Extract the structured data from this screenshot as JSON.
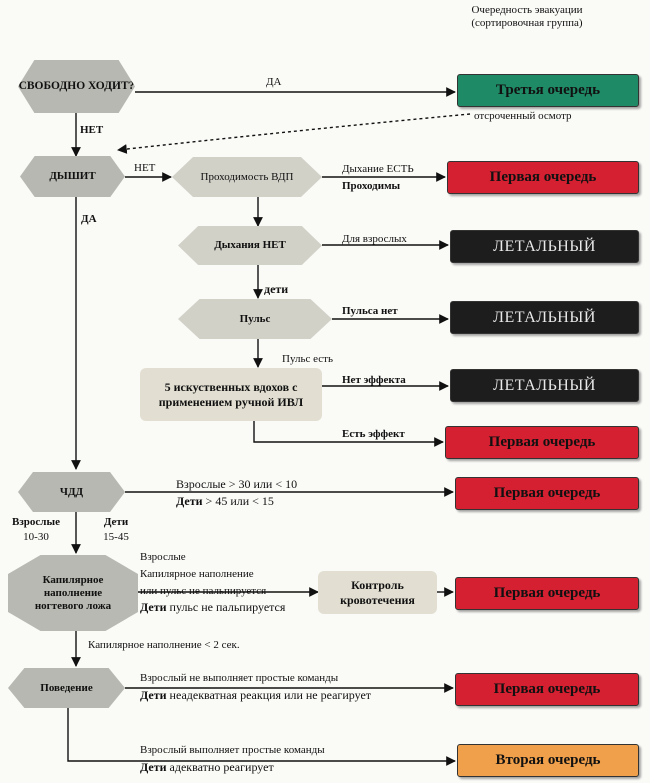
{
  "header": {
    "line1": "Очередность эвакуации",
    "line2": "(сортировочная группа)"
  },
  "colors": {
    "third": "#1f8a66",
    "first": "#d42030",
    "lethal": "#1d1d1d",
    "second": "#f0a04b",
    "node": "#b8b8b2",
    "box": "#e2dfd2"
  },
  "nodes": {
    "walks": "СВОБОДНО ХОДИТ?",
    "breathes": "ДЫШИТ",
    "airway": "Проходимость ВДП",
    "no_breath": "Дыхания НЕТ",
    "pulse": "Пульс",
    "rescue_breaths": "5 искуственных вдохов с применением ручной ИВЛ",
    "rr": "ЧДД",
    "cap_refill": "Капилярное наполнение ногтевого ложа",
    "bleeding": "Контроль кровотечения",
    "behavior": "Поведение"
  },
  "labels": {
    "yes1": "ДА",
    "no1": "НЕТ",
    "deferred": "отсроченный осмотр",
    "no2": "НЕТ",
    "yes2": "ДА",
    "breath_yes": "Дыхание ЕСТЬ",
    "passable": "Проходимы",
    "for_adults": "Для взрослых",
    "children": "дети",
    "no_pulse": "Пульса нет",
    "pulse_yes": "Пульс есть",
    "no_effect": "Нет эффекта",
    "effect": "Есть эффект",
    "rr_adults": "Взрослые  > 30 или < 10",
    "rr_children_prefix": "Дети",
    "rr_children": " > 45 или < 15",
    "norm_adults_label": "Взрослые",
    "norm_adults_value": "10-30",
    "norm_children_label": "Дети",
    "norm_children_value": "15-45",
    "cap_adults": "Взрослые",
    "cap_line2": "Капилярное наполнение",
    "cap_line3": "или пульс не пальпируется",
    "cap_children_prefix": "Дети",
    "cap_children": " пульс не пальпируется",
    "cap_norm": "Капилярное наполнение < 2 сек.",
    "beh_adult_bad": "Взрослый не выполняет простые  команды",
    "beh_child_bad_prefix": "Дети",
    "beh_child_bad": " неадекватная реакция или не реагирует",
    "beh_adult_ok": "Взрослый выполняет простые команды",
    "beh_child_ok_prefix": "Дети",
    "beh_child_ok": " адекватно реагирует"
  },
  "outcomes": {
    "third": "Третья очередь",
    "first": "Первая очередь",
    "lethal": "ЛЕТАЛЬНЫЙ",
    "second": "Вторая очередь"
  }
}
